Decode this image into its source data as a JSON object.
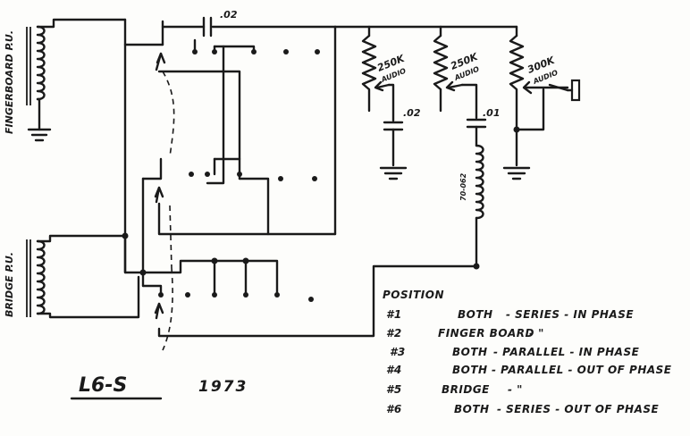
{
  "pickups": {
    "fingerboard": "FINGERBOARD P.U.",
    "bridge": "BRIDGE P.U."
  },
  "components": {
    "tone_cap_top": ".02",
    "pot1_value": "250K",
    "pot1_taper": "AUDIO",
    "pot1_cap": ".02",
    "pot2_value": "250K",
    "pot2_taper": "AUDIO",
    "pot2_cap": ".01",
    "choke": "70-062",
    "pot3_value": "300K",
    "pot3_taper": "AUDIO"
  },
  "legend": {
    "heading": "POSITION",
    "rows": [
      {
        "num": "#1",
        "pickup": "BOTH",
        "desc": "- SERIES - IN PHASE"
      },
      {
        "num": "#2",
        "pickup": "FINGER BOARD",
        "desc": "-   \""
      },
      {
        "num": "#3",
        "pickup": "BOTH",
        "desc": "- PARALLEL - IN PHASE"
      },
      {
        "num": "#4",
        "pickup": "BOTH",
        "desc": "- PARALLEL - OUT OF PHASE"
      },
      {
        "num": "#5",
        "pickup": "BRIDGE",
        "desc": "-   \""
      },
      {
        "num": "#6",
        "pickup": "BOTH",
        "desc": "- SERIES - OUT OF PHASE"
      }
    ]
  },
  "title": {
    "model": "L6-S",
    "year": "1973"
  }
}
